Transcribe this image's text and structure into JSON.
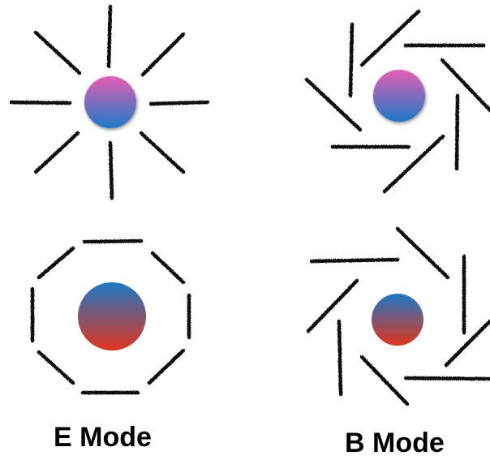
{
  "labels": {
    "e_mode": "E Mode",
    "b_mode": "B Mode"
  },
  "colors": {
    "stroke": "#111111",
    "pink": "#e55eb5",
    "blue": "#1c79c6",
    "red": "#e2341d"
  },
  "panels": [
    {
      "id": "e-mode-radial",
      "pattern": "radial",
      "ball_gradient": [
        "pink",
        "blue"
      ]
    },
    {
      "id": "b-mode-pinwheel-top",
      "pattern": "pinwheel",
      "ball_gradient": [
        "pink",
        "blue"
      ]
    },
    {
      "id": "e-mode-tangential",
      "pattern": "octagon",
      "ball_gradient": [
        "blue",
        "red"
      ]
    },
    {
      "id": "b-mode-pinwheel-bottom",
      "pattern": "pinwheel",
      "ball_gradient": [
        "blue",
        "red"
      ]
    }
  ]
}
